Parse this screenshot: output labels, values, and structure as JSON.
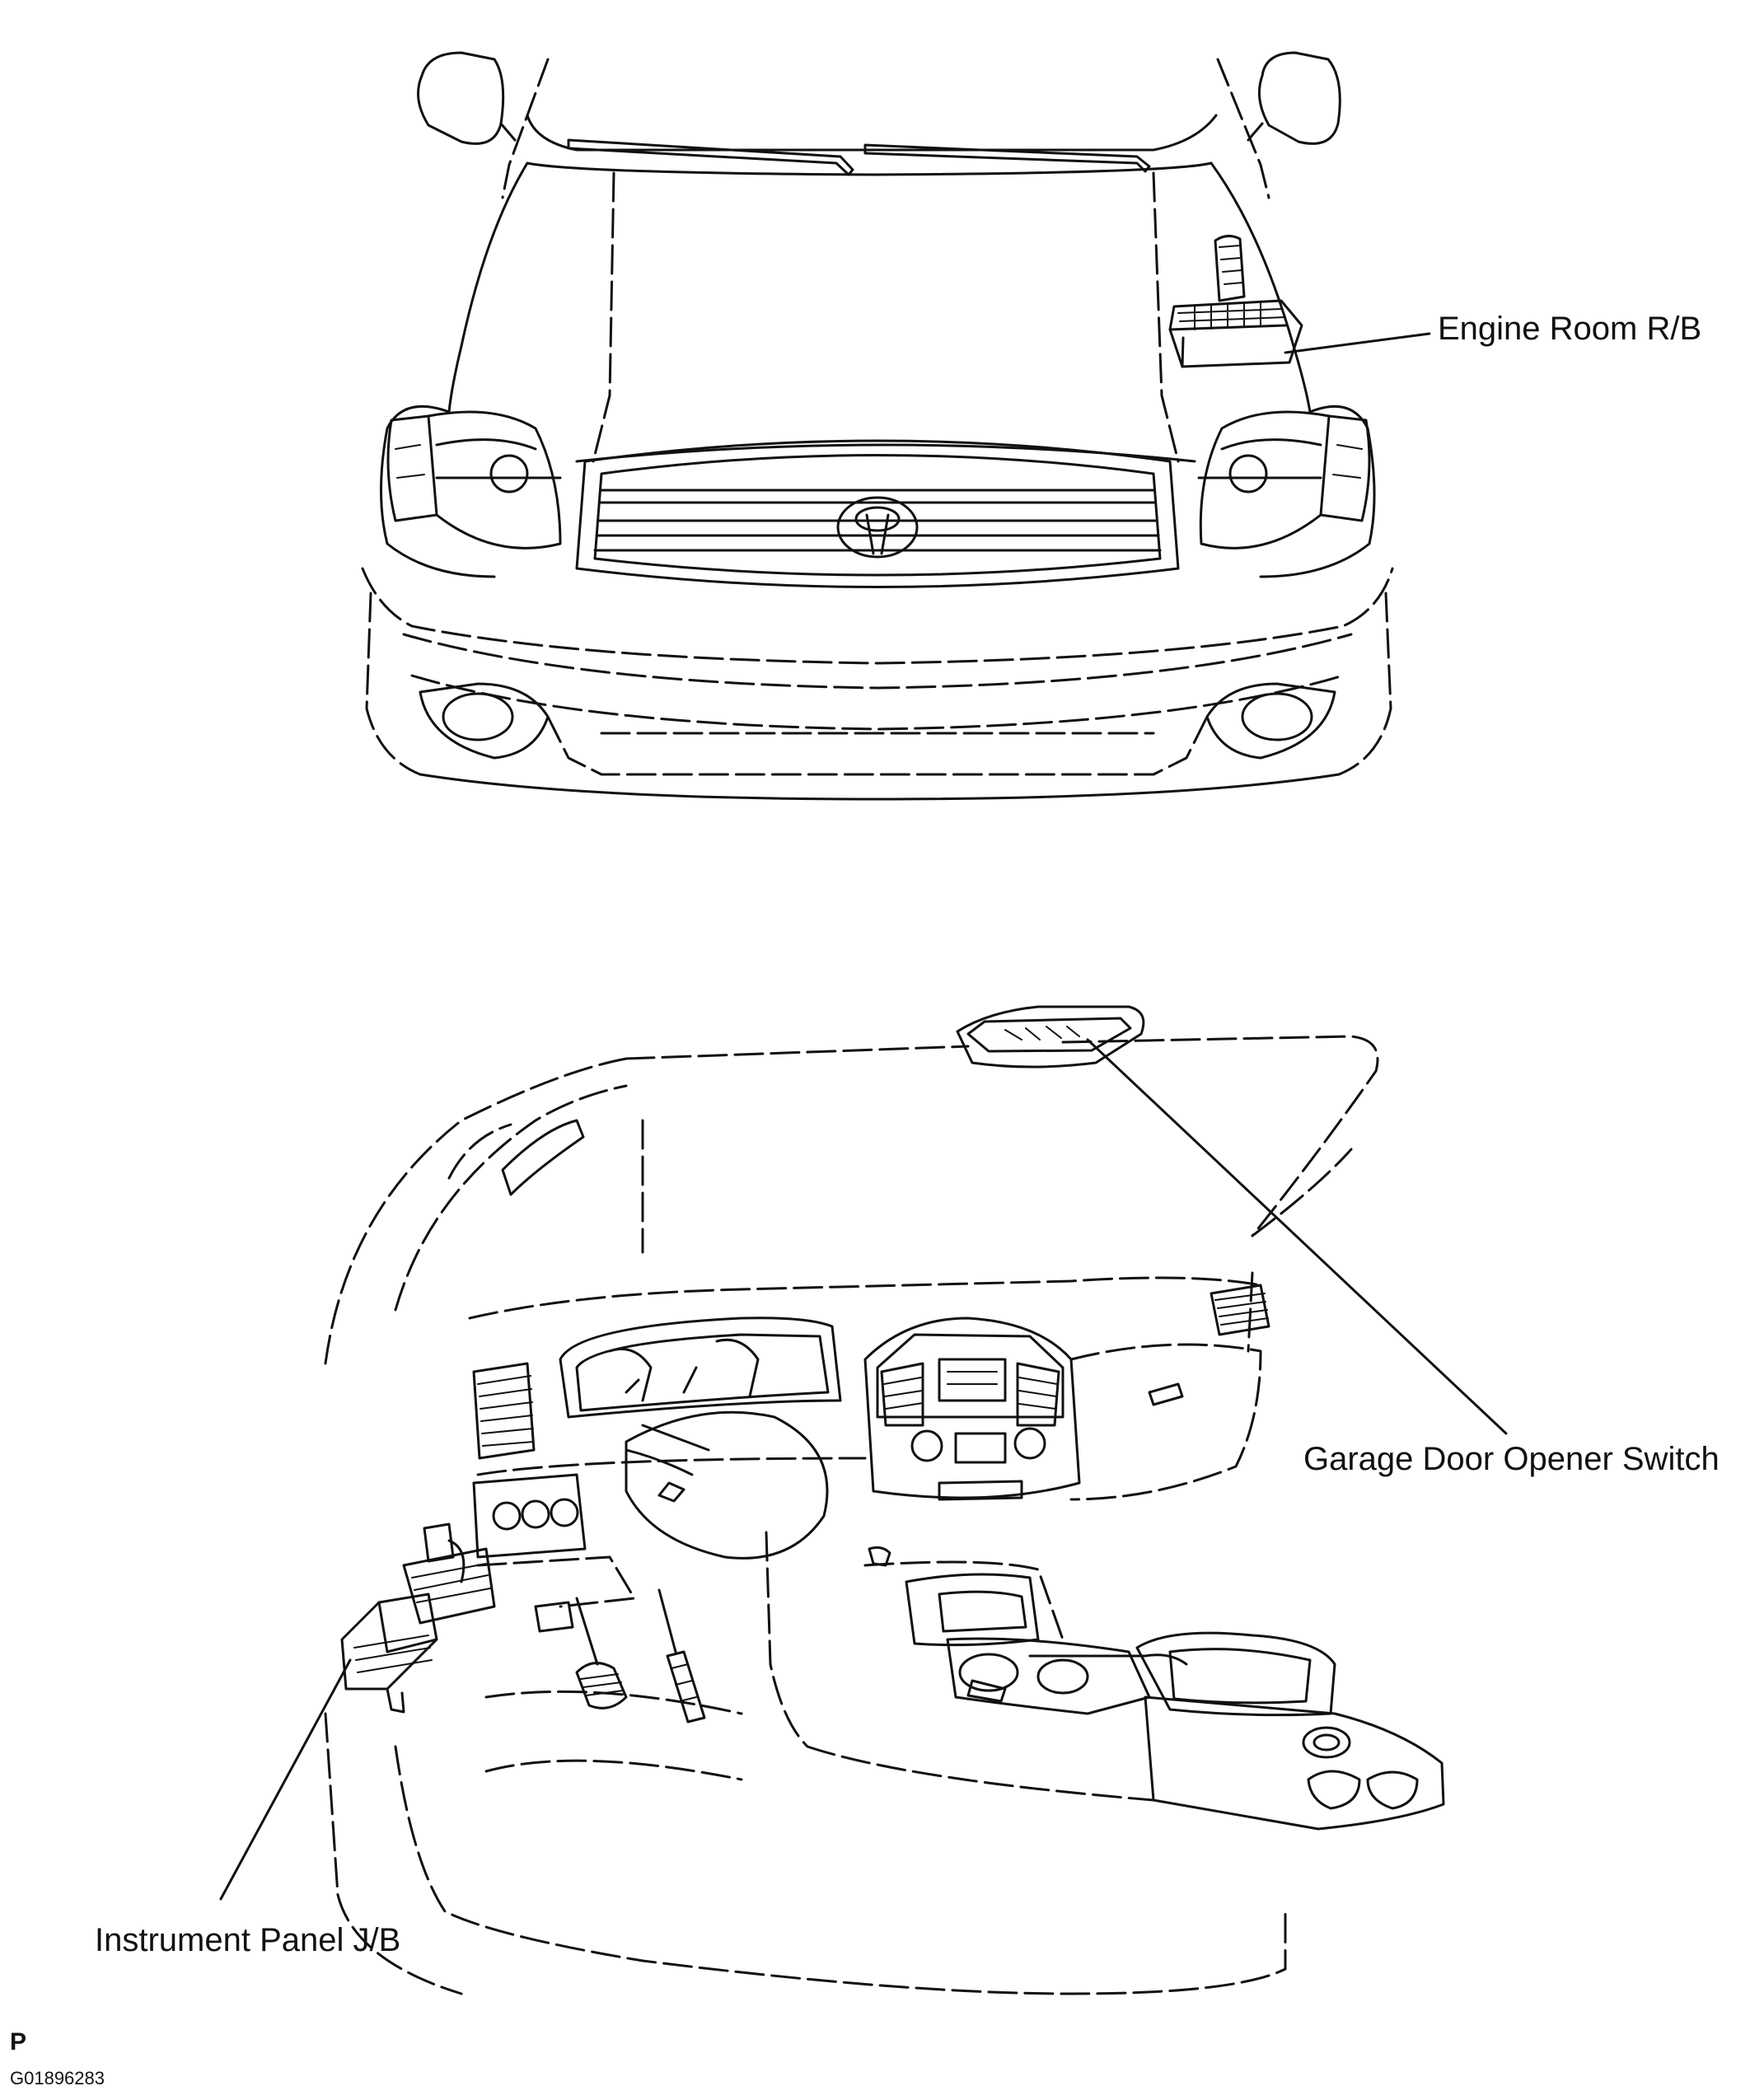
{
  "callouts": {
    "engine_room": "Engine Room R/B",
    "garage_door": "Garage Door Opener Switch",
    "instrument_panel": "Instrument Panel J/B"
  },
  "footer": {
    "letter": "P",
    "code": "G01896283"
  }
}
